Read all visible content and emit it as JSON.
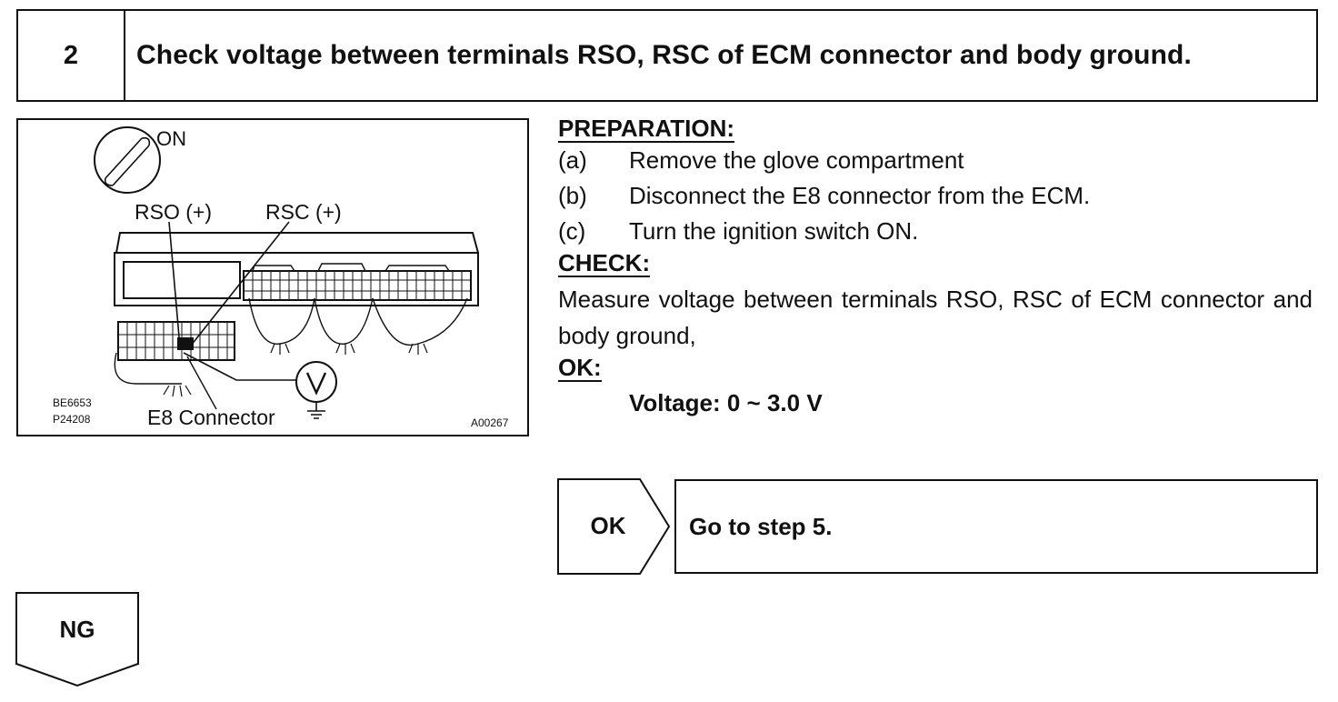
{
  "step": {
    "number": "2",
    "title": "Check voltage between terminals RSO, RSC of ECM connector and body ground."
  },
  "figure": {
    "ignition_label": "ON",
    "rso_label": "RSO (+)",
    "rsc_label": "RSC (+)",
    "connector_label": "E8 Connector",
    "meter_symbol": "V",
    "codes": [
      "BE6653",
      "P24208",
      "A00267"
    ],
    "icons": [
      "ignition-key-icon",
      "voltmeter-icon",
      "ground-icon",
      "ecm-connector-illustration"
    ]
  },
  "preparation": {
    "heading": "PREPARATION:",
    "items": [
      {
        "label": "(a)",
        "text": "Remove the glove compartment"
      },
      {
        "label": "(b)",
        "text": "Disconnect the E8 connector from the ECM."
      },
      {
        "label": "(c)",
        "text": "Turn the ignition switch ON."
      }
    ]
  },
  "check": {
    "heading": "CHECK:",
    "text": "Measure voltage between terminals RSO, RSC of ECM connector and body ground,"
  },
  "ok_spec": {
    "heading": "OK:",
    "value": "Voltage: 0 ~ 3.0 V"
  },
  "ok_branch": {
    "label": "OK",
    "action": "Go to step 5."
  },
  "ng_branch": {
    "label": "NG"
  }
}
